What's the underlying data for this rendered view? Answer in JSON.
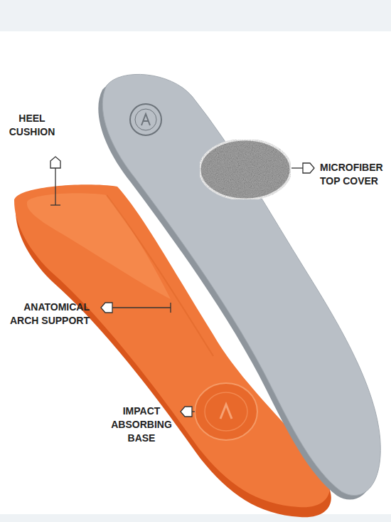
{
  "diagram": {
    "labels": [
      "HEEL CUSHION",
      "MICROFIBER TOP COVER",
      "ANATOMICAL ARCH SUPPORT",
      "IMPACT ABSORBING BASE"
    ]
  }
}
